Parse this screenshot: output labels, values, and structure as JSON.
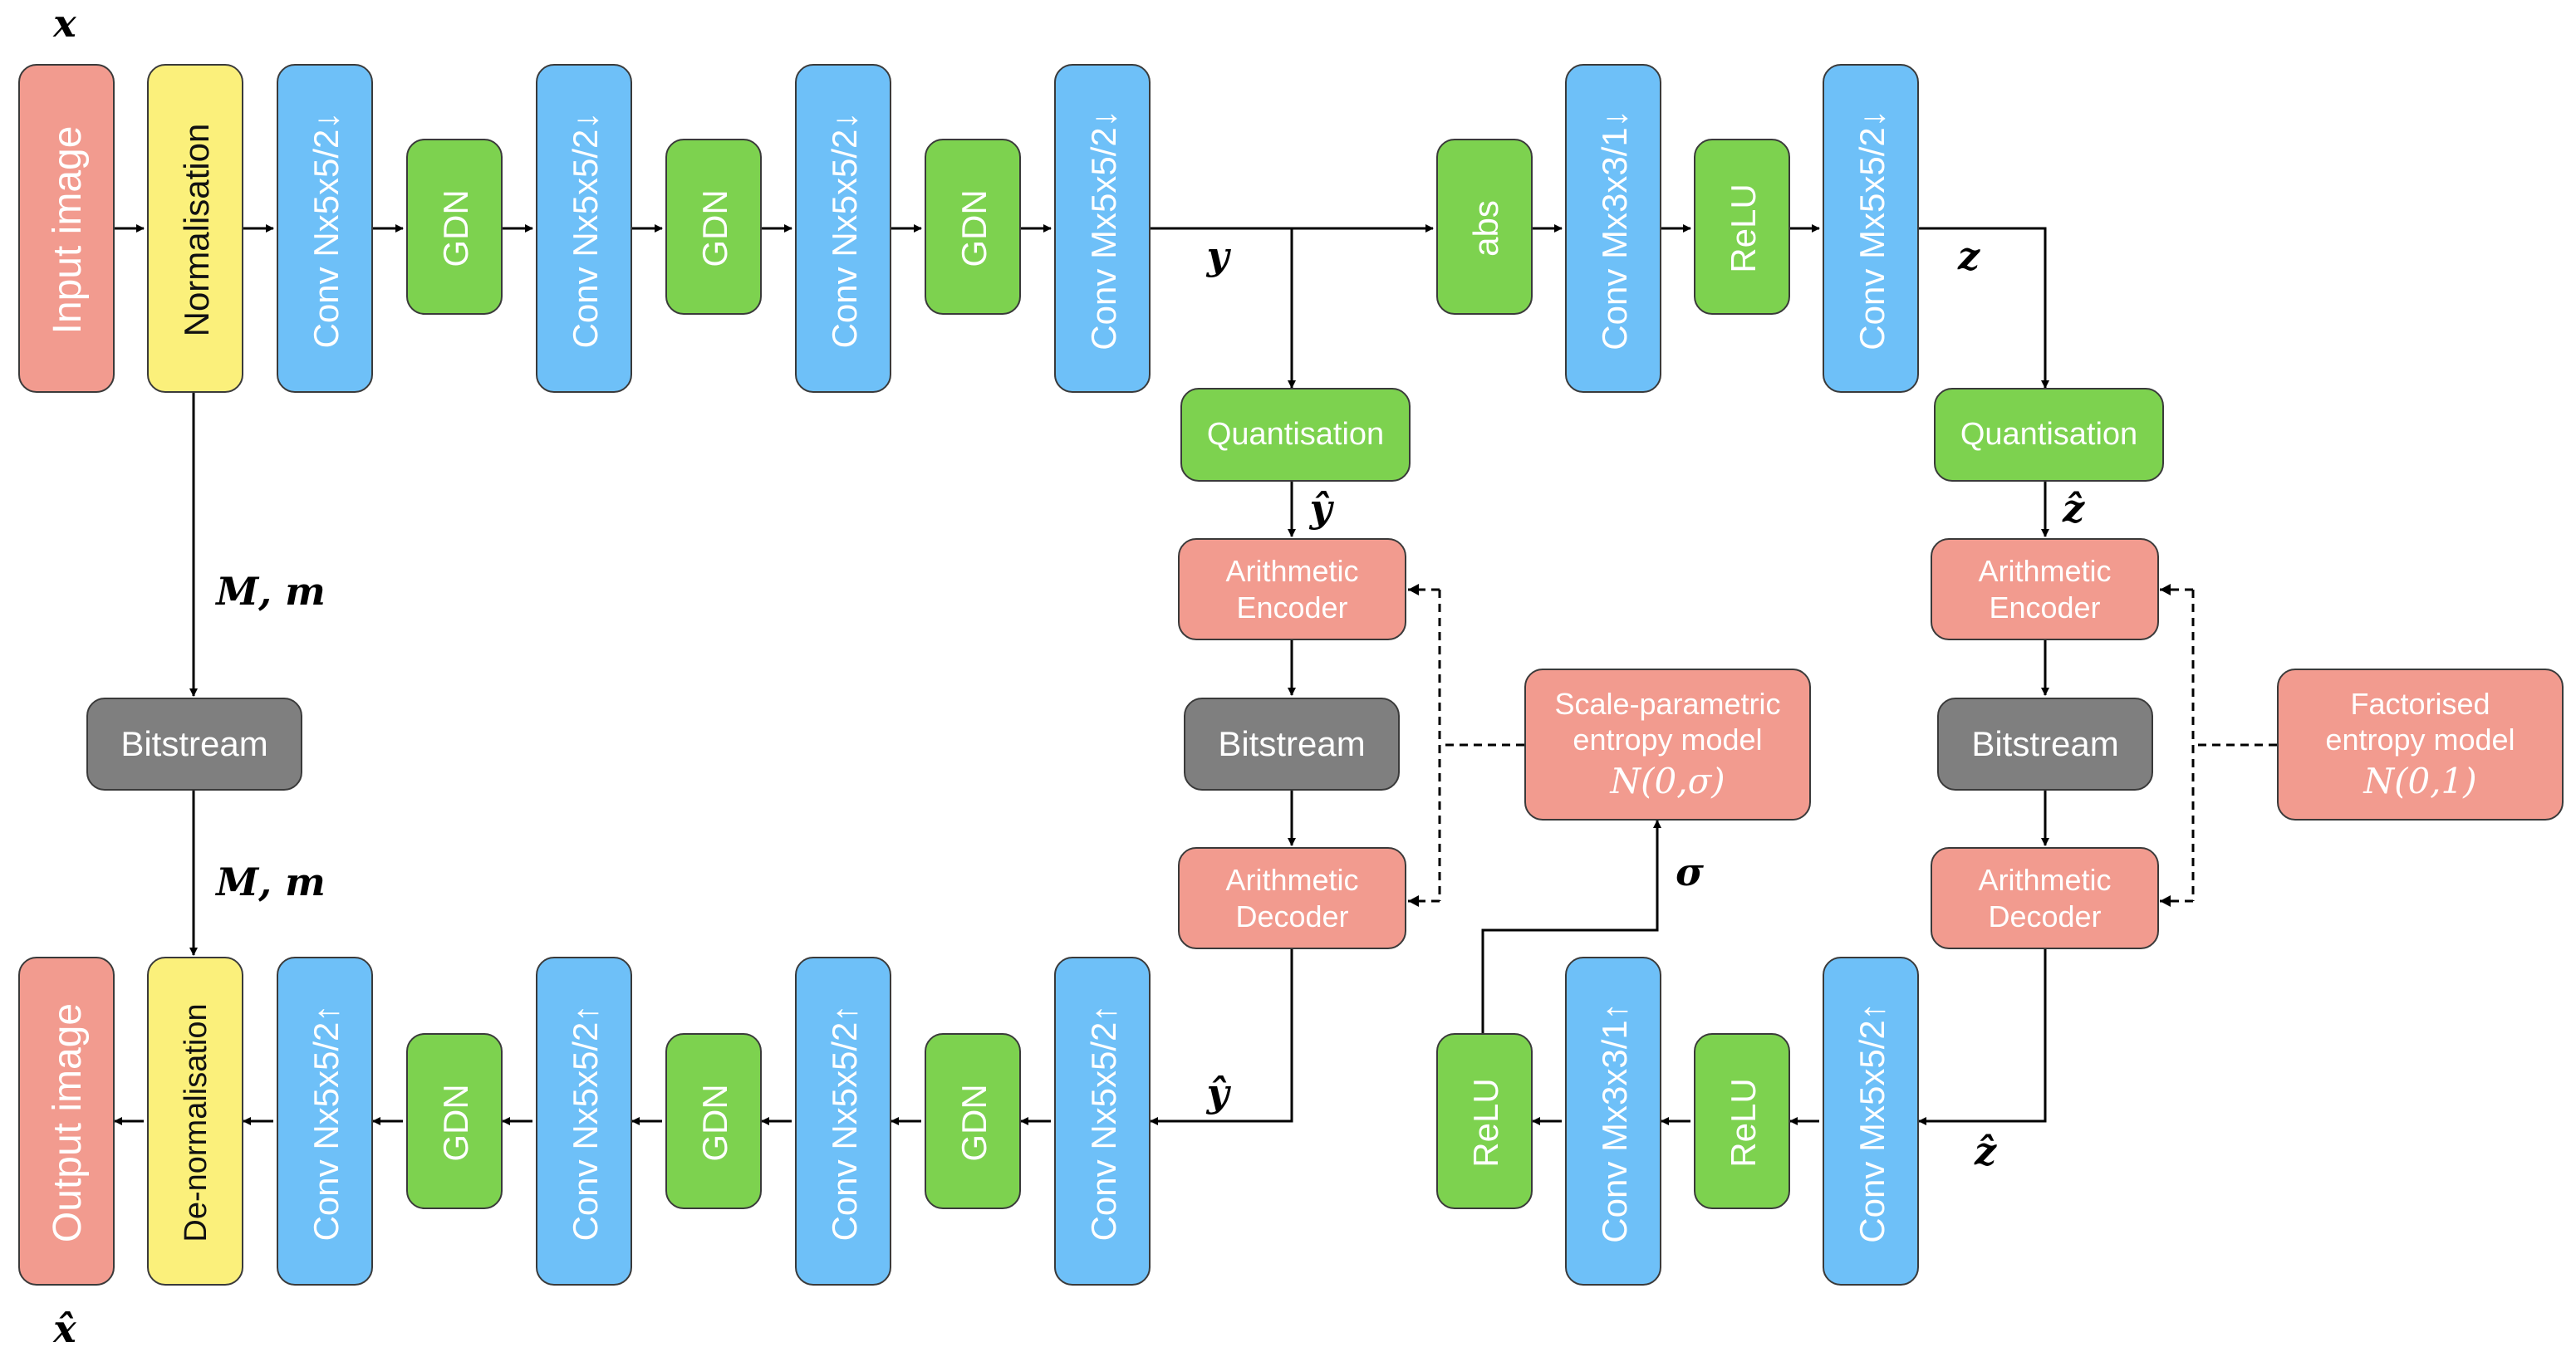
{
  "encoder": {
    "input": "Input image",
    "norm": "Normalisation",
    "conv1": "Conv Nx5x5/2↓",
    "gdn1": "GDN",
    "conv2": "Conv Nx5x5/2↓",
    "gdn2": "GDN",
    "conv3": "Conv Nx5x5/2↓",
    "gdn3": "GDN",
    "conv4": "Conv Mx5x5/2↓"
  },
  "hyper_encoder": {
    "abs": "abs",
    "conv1": "Conv Mx3x3/1↓",
    "relu": "ReLU",
    "conv2": "Conv Mx5x5/2↓"
  },
  "main_path": {
    "quantisation": "Quantisation",
    "arith_encoder": [
      "Arithmetic",
      "Encoder"
    ],
    "bitstream": "Bitstream",
    "arith_decoder": [
      "Arithmetic",
      "Decoder"
    ],
    "entropy_model": [
      "Scale-parametric",
      "entropy model",
      "N(0,σ)"
    ]
  },
  "hyper_path": {
    "quantisation": "Quantisation",
    "arith_encoder": [
      "Arithmetic",
      "Encoder"
    ],
    "bitstream": "Bitstream",
    "arith_decoder": [
      "Arithmetic",
      "Decoder"
    ],
    "entropy_model": [
      "Factorised",
      "entropy model",
      "N(0,1)"
    ]
  },
  "side": {
    "bitstream": "Bitstream"
  },
  "decoder": {
    "output": "Output image",
    "denorm": "De-normalisation",
    "conv1": "Conv Nx5x5/2↑",
    "gdn1": "GDN",
    "conv2": "Conv Nx5x5/2↑",
    "gdn2": "GDN",
    "conv3": "Conv Nx5x5/2↑",
    "gdn3": "GDN",
    "conv4": "Conv Nx5x5/2↑"
  },
  "hyper_decoder": {
    "relu_out": "ReLU",
    "conv1": "Conv Mx3x3/1↑",
    "relu": "ReLU",
    "conv2": "Conv Mx5x5/2↑"
  },
  "labels": {
    "x": "x",
    "x_hat": "x̂",
    "y": "y",
    "y_hat_q": "ŷ",
    "y_hat_dec": "ŷ",
    "z": "z",
    "z_hat_q": "ẑ",
    "z_hat_dec": "ẑ",
    "mm_top": "M, m",
    "mm_bottom": "M, m",
    "sigma": "σ"
  },
  "colors": {
    "input_output": "#f29b8f",
    "normalisation": "#fbf07b",
    "conv": "#6ec0f8",
    "activation": "#7dd24f",
    "bitstream": "#7f7f7f",
    "coder": "#f29b8f"
  }
}
